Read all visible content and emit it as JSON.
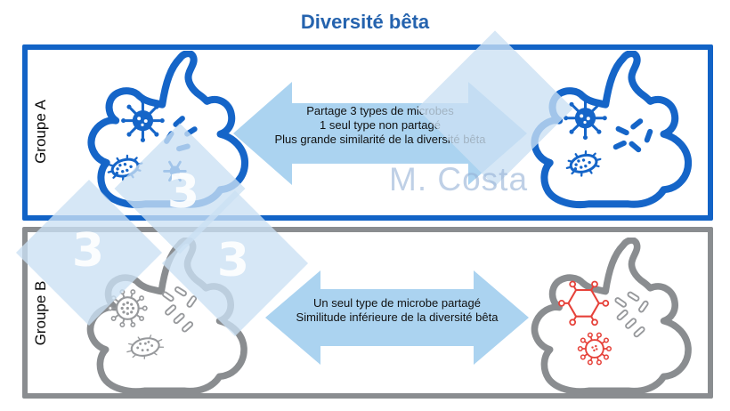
{
  "title": "Diversité bêta",
  "groups": [
    {
      "label": "Groupe A",
      "arrow_lines": [
        "Partage 3 types de microbes",
        "1 seul type non partagé",
        "Plus grande similarité de la diversité bêta"
      ]
    },
    {
      "label": "Groupe B",
      "arrow_lines": [
        "Un seul type de microbe partagé",
        "Similitude inférieure de la diversité bêta"
      ]
    }
  ],
  "watermark": {
    "author": "M. Costa",
    "digit": "3"
  },
  "colors": {
    "title_blue": "#2563ae",
    "group_a_blue": "#1263c6",
    "group_b_gray": "#8a8d90",
    "arrow_blue": "#abd3f0",
    "microbe_blue": "#1565c8",
    "microbe_gray": "#97999c",
    "microbe_red": "#e6423a",
    "watermark_blue": "#cbe0f3"
  }
}
